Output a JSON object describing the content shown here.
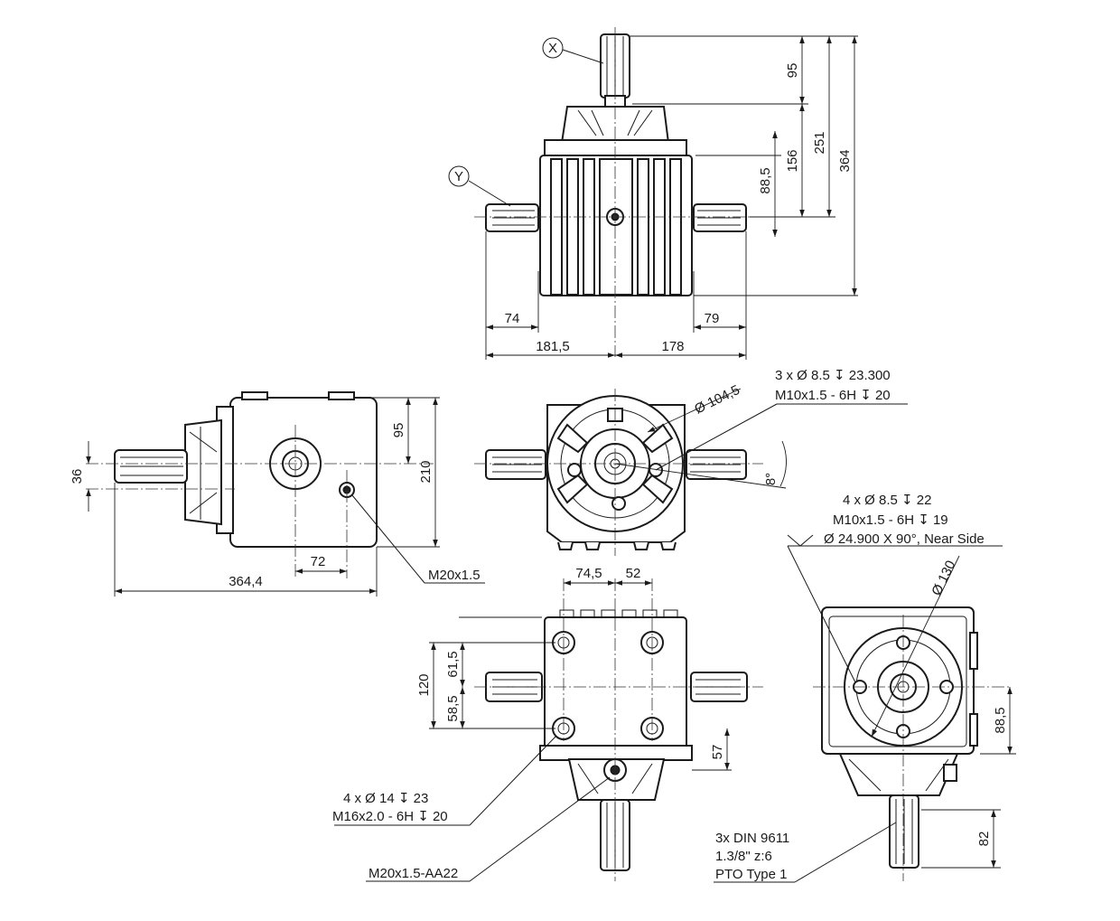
{
  "labels": {
    "x_marker": "X",
    "y_marker": "Y"
  },
  "top_view": {
    "dim_95": "95",
    "dim_156": "156",
    "dim_251": "251",
    "dim_364": "364",
    "dim_88_5": "88,5",
    "dim_74": "74",
    "dim_79": "79",
    "dim_181_5": "181,5",
    "dim_178": "178"
  },
  "side_view": {
    "dim_95": "95",
    "dim_210": "210",
    "dim_36": "36",
    "dim_72": "72",
    "dim_364_4": "364,4",
    "callout_port": "M20x1.5"
  },
  "front_view": {
    "dia_104_5": "Ø 104,5",
    "hole_spec_line1": "3 x Ø 8.5 ↧ 23.300",
    "hole_spec_line2": "M10x1.5 - 6H ↧ 20",
    "angle_8": "8°"
  },
  "bottom_view": {
    "dim_74_5": "74,5",
    "dim_52": "52",
    "dim_120": "120",
    "dim_61_5": "61,5",
    "dim_58_5": "58,5",
    "dim_57": "57",
    "hole_spec_line1": "4 x Ø 14 ↧ 23",
    "hole_spec_line2": "M16x2.0 - 6H ↧ 20",
    "callout_drain": "M20x1.5-AA22"
  },
  "right_view": {
    "hole_spec_line1": "4 x Ø 8.5 ↧ 22",
    "hole_spec_line2": "M10x1.5 - 6H ↧ 19",
    "hole_spec_line3": "Ø 24.900 X 90°, Near Side",
    "dia_130": "Ø 130",
    "dim_88_5": "88,5",
    "dim_82": "82",
    "shaft_line1": "3x DIN 9611",
    "shaft_line2": "1.3/8\" z:6",
    "shaft_line3": "PTO Type 1"
  }
}
